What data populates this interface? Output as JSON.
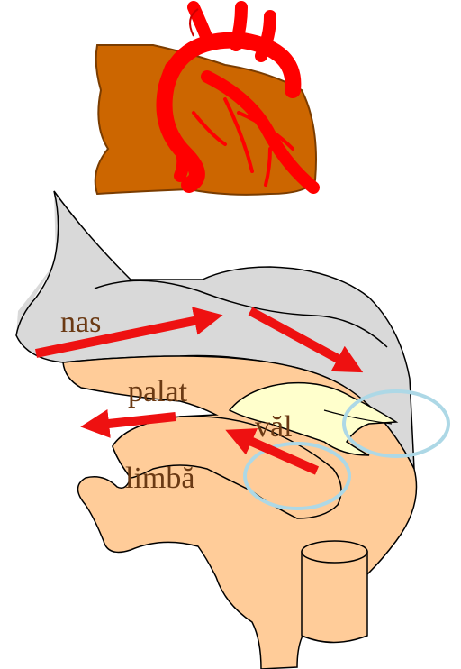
{
  "labels": {
    "nas": "nas",
    "palat": "palat",
    "val": "văl",
    "limba": "limbă"
  },
  "colors": {
    "heart": "#cc6600",
    "vessels": "#ff0000",
    "arrow": "#ee1111",
    "nasal_cavity": "#d9d9d9",
    "tissue": "#ffcc99",
    "velum": "#ffffcc",
    "circle": "#add8e6",
    "label": "#6b3a14"
  },
  "icons": {
    "heart": "heart-icon"
  }
}
